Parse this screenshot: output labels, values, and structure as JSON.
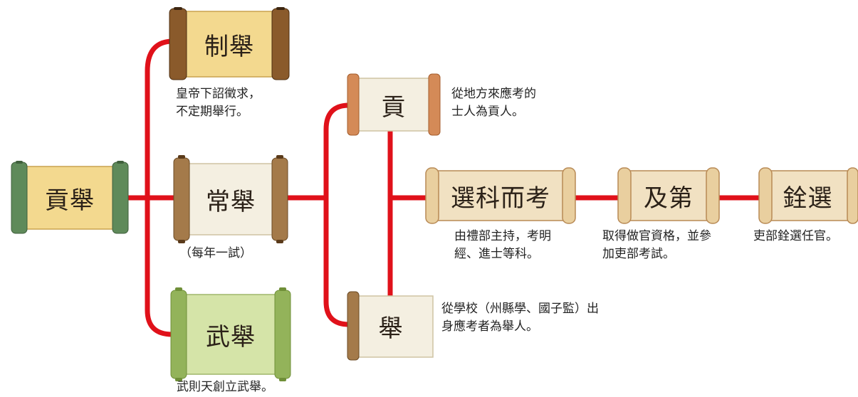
{
  "colors": {
    "connector": "#e0111a",
    "paper_light": "#f4efe1",
    "paper_gold": "#f3d98f",
    "paper_green": "#d5e4a8",
    "roller_brown": "#8a5a2b",
    "roller_green": "#5f8a5a",
    "roller_light_green": "#93b35a",
    "roller_orange": "#c97a45",
    "roller_dark": "#5a3a1a"
  },
  "nodes": {
    "gongju": "貢舉",
    "zhiju": "制舉",
    "changju": "常舉",
    "wuju": "武舉",
    "gong": "貢",
    "ju": "舉",
    "xuanke": "選科而考",
    "jidi": "及第",
    "quanxuan": "銓選"
  },
  "notes": {
    "zhiju": [
      "皇帝下詔徵求，",
      "不定期舉行。"
    ],
    "changju": [
      "（每年一試）"
    ],
    "wuju": [
      "武則天創立武舉。"
    ],
    "gong": [
      "從地方來應考的",
      "士人為貢人。"
    ],
    "ju": [
      "從學校（州縣學、國子監）出",
      "身應考者為舉人。"
    ],
    "xuanke": [
      "由禮部主持，考明",
      "經、進士等科。"
    ],
    "jidi": [
      "取得做官資格，並參",
      "加吏部考試。"
    ],
    "quanxuan": [
      "吏部銓選任官。"
    ]
  }
}
